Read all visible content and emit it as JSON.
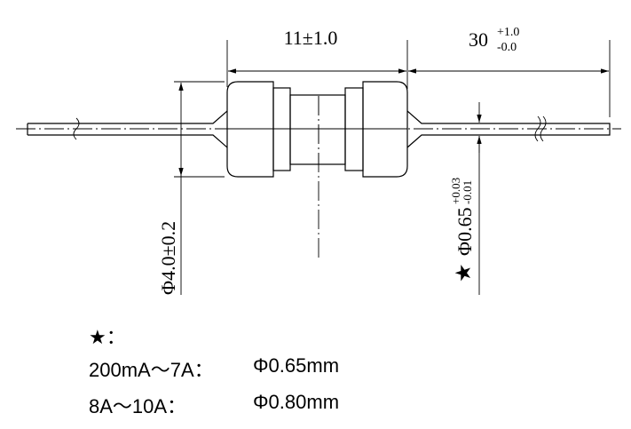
{
  "dimensions": {
    "body_length": "11±1.0",
    "lead_length": "30",
    "lead_length_tol_upper": "+1.0",
    "lead_length_tol_lower": "-0.0",
    "body_diameter": "Φ4.0±0.2",
    "lead_diameter_marker": "★",
    "lead_diameter": "Φ0.65",
    "lead_diameter_tol_upper": "+0.03",
    "lead_diameter_tol_lower": "-0.01"
  },
  "notes": {
    "header": "★：",
    "rows": [
      {
        "range": "200mA～7A：",
        "diameter": "Φ0.65mm"
      },
      {
        "range": "8A～10A：",
        "diameter": "Φ0.80mm"
      }
    ]
  }
}
